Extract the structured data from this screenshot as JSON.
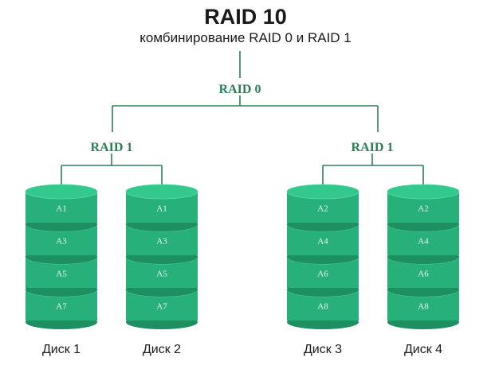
{
  "title": "RAID 10",
  "subtitle": "комбинирование RAID 0 и RAID 1",
  "root_label": "RAID 0",
  "mirrors": [
    {
      "label": "RAID 1"
    },
    {
      "label": "RAID 1"
    }
  ],
  "disks": [
    {
      "name": "Диск 1",
      "blocks": [
        "A1",
        "A3",
        "A5",
        "A7"
      ]
    },
    {
      "name": "Диск 2",
      "blocks": [
        "A1",
        "A3",
        "A5",
        "A7"
      ]
    },
    {
      "name": "Диск 3",
      "blocks": [
        "A2",
        "A4",
        "A6",
        "A8"
      ]
    },
    {
      "name": "Диск 4",
      "blocks": [
        "A2",
        "A4",
        "A6",
        "A8"
      ]
    }
  ],
  "colors": {
    "disk_body": "#27b07a",
    "disk_top": "#34c98c",
    "disk_shadow": "#1d8f61",
    "connector": "#2e7d55",
    "label": "#2e7d55"
  }
}
